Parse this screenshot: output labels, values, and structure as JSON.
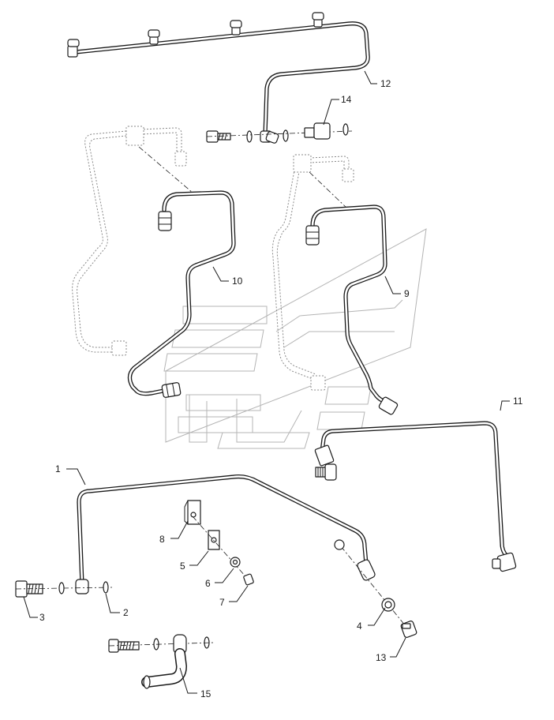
{
  "diagram": {
    "callouts": {
      "c1": "1",
      "c2": "2",
      "c3": "3",
      "c4": "4",
      "c5": "5",
      "c6": "6",
      "c7": "7",
      "c8": "8",
      "c9": "9",
      "c10": "10",
      "c11": "11",
      "c12": "12",
      "c13": "13",
      "c14": "14",
      "c15": "15"
    },
    "colors": {
      "line": "#1a1a1a",
      "ghost": "#8a8a8a",
      "watermark": "#b4b4b4",
      "background": "#ffffff"
    }
  }
}
